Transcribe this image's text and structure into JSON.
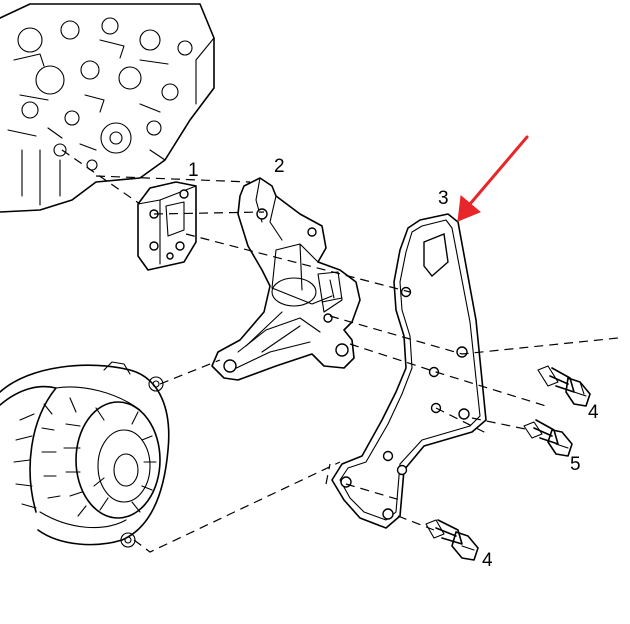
{
  "callouts": {
    "part_1": "1",
    "part_2": "2",
    "part_3": "3",
    "part_4_upper": "4",
    "part_5": "5",
    "part_4_lower": "4"
  },
  "colors": {
    "ink": "#000000",
    "background": "#ffffff",
    "arrow": "#e8262a"
  }
}
